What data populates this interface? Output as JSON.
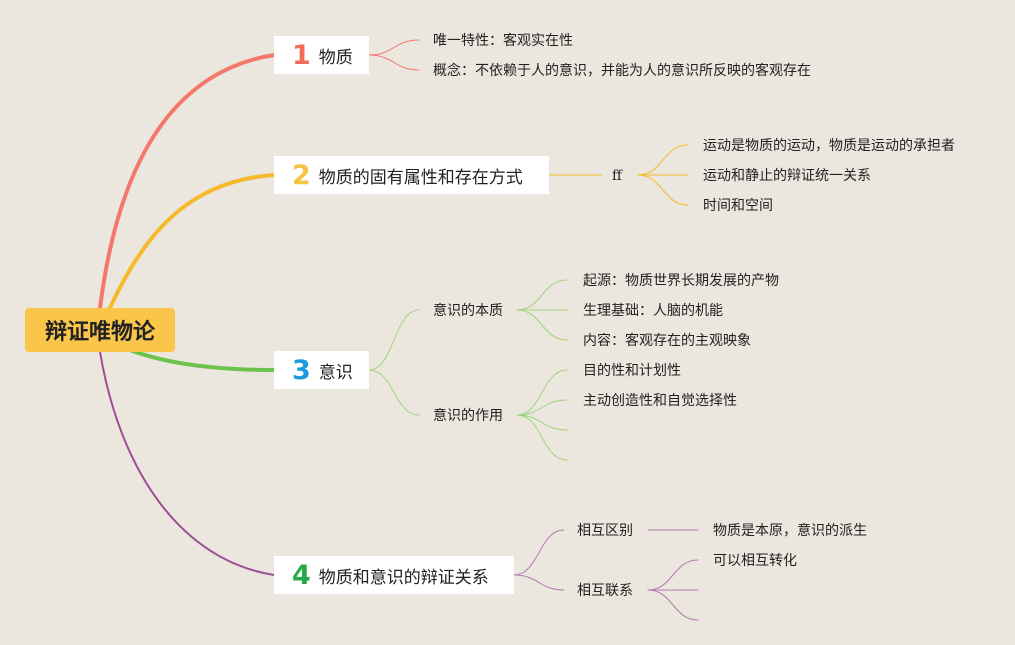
{
  "root": {
    "label": "辩证唯物论"
  },
  "topics": [
    {
      "number": "1",
      "label": "物质",
      "color": "#f26b5b",
      "children": [
        "唯一特性：客观实在性",
        "概念：不依赖于人的意识，并能为人的意识所反映的客观存在"
      ]
    },
    {
      "number": "2",
      "label": "物质的固有属性和存在方式",
      "color": "#f5c442",
      "mid": "ff",
      "children": [
        "运动是物质的运动，物质是运动的承担者",
        "运动和静止的辩证统一关系",
        "时间和空间"
      ]
    },
    {
      "number": "3",
      "label": "意识",
      "color": "#1e9be0",
      "subs": [
        {
          "label": "意识的本质",
          "children": [
            "起源：物质世界长期发展的产物",
            "生理基础：人脑的机能",
            "内容：客观存在的主观映象"
          ]
        },
        {
          "label": "意识的作用",
          "children": [
            "目的性和计划性",
            "主动创造性和自觉选择性",
            "",
            ""
          ]
        }
      ]
    },
    {
      "number": "4",
      "label": "物质和意识的辩证关系",
      "color": "#29a84a",
      "subs": [
        {
          "label": "相互区别",
          "children": [
            "物质是本原，意识的派生"
          ]
        },
        {
          "label": "相互联系",
          "children": [
            "可以相互转化",
            "",
            ""
          ]
        }
      ]
    }
  ],
  "branch_colors": {
    "t1": "#f4786a",
    "t2": "#f6b92b",
    "t3": "#6cc24a",
    "t4": "#9c4f95",
    "t3_sub": "#9fd37f",
    "t4_sub": "#b47aad"
  }
}
